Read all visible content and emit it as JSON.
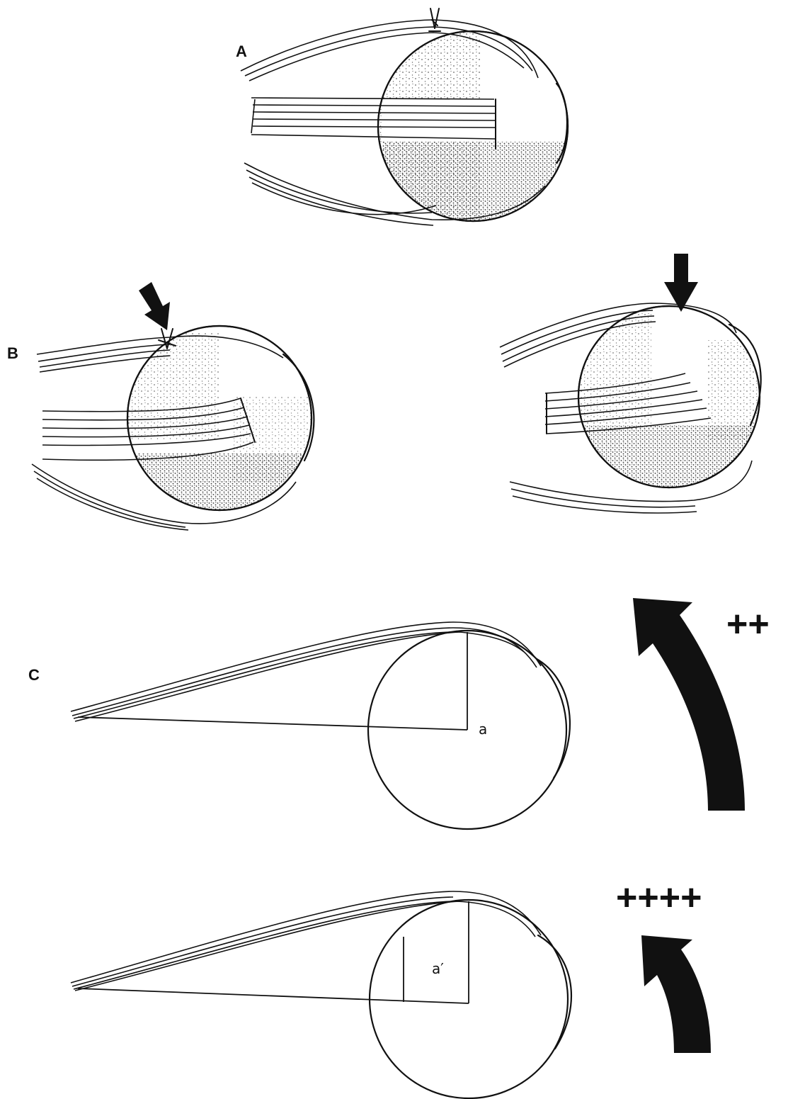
{
  "panels": {
    "a": {
      "label": "A"
    },
    "b": {
      "label": "B"
    },
    "c": {
      "label": "C"
    }
  },
  "lever_arms": {
    "upper": "a",
    "lower": "a′"
  },
  "rotation_strength": {
    "upper": "++",
    "lower": "++++"
  },
  "colors": {
    "ink": "#111111",
    "stipple": "#222222",
    "background": "#ffffff"
  }
}
